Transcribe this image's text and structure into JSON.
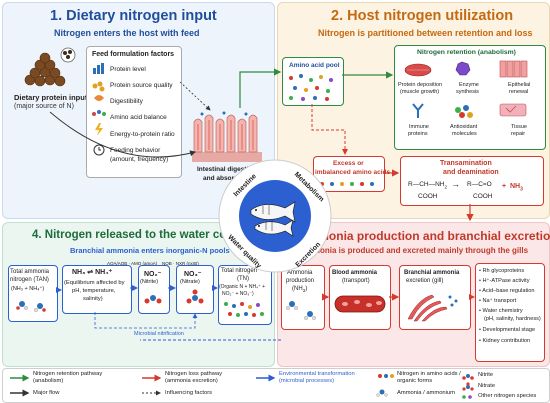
{
  "panel1": {
    "title": "1. Dietary nitrogen input",
    "subtitle": "Nitrogen enters the host with feed",
    "diet_label": "Dietary protein input",
    "diet_note": "(major source of N)",
    "factors_title": "Feed formulation factors",
    "factors": [
      "Protein level",
      "Protein source quality",
      "Digestibility",
      "Amino acid balance",
      "Energy-to-protein ratio",
      "Feeding behavior",
      "(amount, frequency)"
    ],
    "intestine_label": "Intestinal digestion",
    "intestine_label2": "and absorption"
  },
  "panel2": {
    "title": "2. Host nitrogen utilization",
    "subtitle": "Nitrogen is partitioned between retention and loss",
    "aa_pool": "Amino acid pool",
    "retention_title": "Nitrogen retention (anabolism)",
    "retention_items": [
      "Protein deposition",
      "(muscle growth)",
      "Enzyme",
      "synthesis",
      "Epithelial",
      "renewal",
      "Immune",
      "proteins",
      "Antioxidant",
      "molecules",
      "Tissue",
      "repair"
    ],
    "excess1": "Excess or",
    "excess2": "imbalanced amino acids",
    "trans_title1": "Transamination",
    "trans_title2": "and deamination",
    "reaction": {
      "l1": "R—CH—NH",
      "l1s": "2",
      "l2": "COOH",
      "r1": "R—C=O",
      "r2": "COOH",
      "plus": "+",
      "nh3": "NH",
      "nh3s": "3"
    }
  },
  "center": {
    "intestine": "Intestine",
    "metabolism": "Metabolism",
    "water_quality": "Water quality",
    "excretion": "Excretion"
  },
  "panel3": {
    "title": "3. Ammonia production and branchial excretion",
    "subtitle": "Ammonia is produced and excreted mainly through the gills",
    "prod1": "Ammonia",
    "prod2": "production",
    "prod3": "(NH",
    "prod3s": "3",
    "blood1": "Blood ammonia",
    "blood2": "(transport)",
    "gill1": "Branchial ammonia",
    "gill2": "excretion (gill)",
    "list": [
      "Rh glycoproteins",
      "H⁺-ATPase activity",
      "Acid–base regulation",
      "Na⁺ transport",
      "Water chemistry",
      "(pH, salinity, hardness)",
      "Developmental stage",
      "Kidney contribution"
    ]
  },
  "panel4": {
    "title": "4. Nitrogen released to the water column",
    "subtitle": "Branchial ammonia enters inorganic-N pools",
    "tan1": "Total ammonia",
    "tan2": "nitrogen (TAN)",
    "tan3": "(NH₃ + NH₄⁺)",
    "eq1": "NH₃ ⇌ NH₄⁺",
    "eq2": "(Equilibrium affected by",
    "eq3": "pH, temperature,",
    "eq4": "salinity)",
    "ao": "AOA/AOB · AMO (amoA)",
    "no2": "NO₂⁻",
    "no2_sub": "(Nitrite)",
    "nob": "NOB · NXR (nxrB)",
    "no3": "NO₃⁻",
    "no3_sub": "(Nitrate)",
    "tn1": "Total nitrogen",
    "tn2": "(TN)",
    "tn3": "(Organic N + NH₄⁺ +",
    "tn4": "NO₂⁻ + NO₃⁻)",
    "nitrif": "Microbial nitrification"
  },
  "legend": {
    "items": [
      "Nitrogen retention pathway",
      "(anabolism)",
      "Nitrogen loss pathway",
      "(ammonia excretion)",
      "Environmental transformation",
      "(microbial processes)",
      "Major flow",
      "Influencing factors",
      "Nitrogen in amino acids /",
      "organic forms",
      "Ammonia / ammonium",
      "Nitrite",
      "Nitrate",
      "Other nitrogen species"
    ]
  },
  "colors": {
    "blue_title": "#1f4e9c",
    "orange_title": "#c46a12",
    "red_title": "#c0392b",
    "green_title": "#1e6b3b",
    "retention": "#2e8b3f",
    "loss": "#d63a2f",
    "env": "#2c5fd0"
  }
}
